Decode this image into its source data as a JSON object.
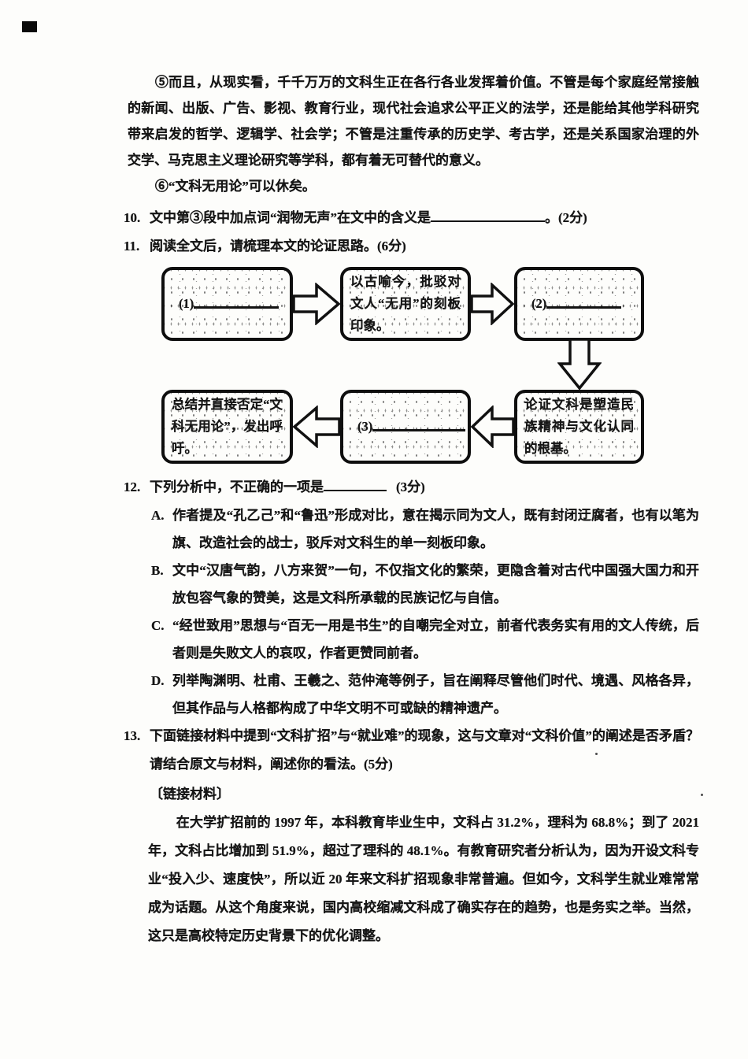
{
  "passage": {
    "para5": "⑤而且，从现实看，千千万万的文科生正在各行各业发挥着价值。不管是每个家庭经常接触的新闻、出版、广告、影视、教育行业，现代社会追求公平正义的法学，还是能给其他学科研究带来启发的哲学、逻辑学、社会学；不管是注重传承的历史学、考古学，还是关系国家治理的外交学、马克思主义理论研究等学科，都有着无可替代的意义。",
    "para6": "⑥“文科无用论”可以休矣。"
  },
  "q10": {
    "number": "10.",
    "before_blank": "文中第③段中加点词“润物无声”在文中的含义是",
    "after_blank": "。(2分)"
  },
  "q11": {
    "number": "11.",
    "text": "阅读全文后，请梳理本文的论证思路。(6分)"
  },
  "flowchart": {
    "box1_label": "(1)",
    "box2_text": "以古喻今，批驳对文人“无用”的刻板印象。",
    "box3_label": "(2)",
    "box4_text": "论证文科是塑造民族精神与文化认同的根基。",
    "box5_label": "(3)",
    "box6_text": "总结并直接否定“文科无用论”，发出呼吁。"
  },
  "q12": {
    "number": "12.",
    "before_blank": "下列分析中，不正确的一项是",
    "after_blank": "(3分)",
    "options": [
      {
        "label": "A.",
        "text": "作者提及“孔乙己”和“鲁迅”形成对比，意在揭示同为文人，既有封闭迂腐者，也有以笔为旗、改造社会的战士，驳斥对文科生的单一刻板印象。"
      },
      {
        "label": "B.",
        "text": "文中“汉唐气韵，八方来贺”一句，不仅指文化的繁荣，更隐含着对古代中国强大国力和开放包容气象的赞美，这是文科所承载的民族记忆与自信。"
      },
      {
        "label": "C.",
        "text": "“经世致用”思想与“百无一用是书生”的自嘲完全对立，前者代表务实有用的文人传统，后者则是失败文人的哀叹，作者更赞同前者。"
      },
      {
        "label": "D.",
        "text": "列举陶渊明、杜甫、王羲之、范仲淹等例子，旨在阐释尽管他们时代、境遇、风格各异，但其作品与人格都构成了中华文明不可或缺的精神遗产。"
      }
    ]
  },
  "q13": {
    "number": "13.",
    "text": "下面链接材料中提到“文科扩招”与“就业难”的现象，这与文章对“文科价值”的阐述是否矛盾？请结合原文与材料，阐述你的看法。(5分)"
  },
  "material": {
    "heading": "〔链接材料〕",
    "text": "在大学扩招前的 1997 年，本科教育毕业生中，文科占 31.2%，理科为 68.8%；到了 2021 年，文科占比增加到 51.9%，超过了理科的 48.1%。有教育研究者分析认为，因为开设文科专业“投入少、速度快”，所以近 20 年来文科扩招现象非常普遍。但如今，文科学生就业难常常成为话题。从这个角度来说，国内高校缩减文科成了确实存在的趋势，也是务实之举。当然，这只是高校特定历史背景下的优化调整。"
  }
}
